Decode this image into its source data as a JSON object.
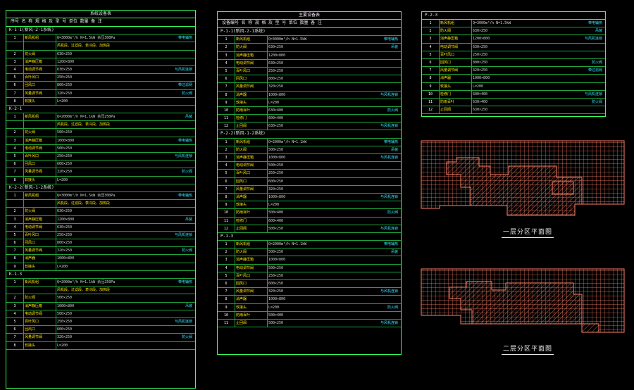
{
  "sheet_left": {
    "caption": "系统设备表",
    "header": "序号   名    称          规 格 及 型 号               单位 数量  备  注",
    "sections": [
      {
        "title": "K-1-1(新风-2-1系统)",
        "rows": [
          {
            "n": "1",
            "nm": "新风机组",
            "sp": "Q=3000m³/h  N=1.5kW  余压300Pa",
            "nt": "带电辅热"
          },
          {
            "n": "",
            "nm": "",
            "sp": "风机段、过滤段、表冷段、加热段",
            "nt": "",
            "y": true
          },
          {
            "n": "2",
            "nm": "防火阀",
            "sp": "630×250",
            "nt": ""
          },
          {
            "n": "3",
            "nm": "消声静压箱",
            "sp": "1200×800",
            "nt": ""
          },
          {
            "n": "4",
            "nm": "电动调节阀",
            "sp": "630×250",
            "nt": "与风机连锁"
          },
          {
            "n": "5",
            "nm": "百叶风口",
            "sp": "250×250",
            "nt": ""
          },
          {
            "n": "6",
            "nm": "回风口",
            "sp": "800×250",
            "nt": "带过滤网"
          },
          {
            "n": "7",
            "nm": "风量调节阀",
            "sp": "320×250",
            "nt": "防火阀"
          },
          {
            "n": "8",
            "nm": "软接头",
            "sp": "L=200",
            "nt": ""
          }
        ]
      },
      {
        "title": "K-2-1",
        "rows": [
          {
            "n": "1",
            "nm": "新风机组",
            "sp": "Q=2000m³/h  N=1.1kW  余压250Pa",
            "nt": "吊装"
          },
          {
            "n": "",
            "nm": "",
            "sp": "风机段、过滤段、表冷段、加热段",
            "nt": "",
            "y": true
          },
          {
            "n": "2",
            "nm": "防火阀",
            "sp": "500×250",
            "nt": ""
          },
          {
            "n": "3",
            "nm": "消声静压箱",
            "sp": "1000×800",
            "nt": "带电辅热"
          },
          {
            "n": "4",
            "nm": "电动调节阀",
            "sp": "500×250",
            "nt": ""
          },
          {
            "n": "5",
            "nm": "百叶风口",
            "sp": "250×250",
            "nt": "与风机连锁"
          },
          {
            "n": "6",
            "nm": "回风口",
            "sp": "600×250",
            "nt": ""
          },
          {
            "n": "7",
            "nm": "风量调节阀",
            "sp": "320×250",
            "nt": "防火阀"
          },
          {
            "n": "8",
            "nm": "软接头",
            "sp": "L=200",
            "nt": ""
          }
        ]
      },
      {
        "title": "K-2-2(新风-1-2系统)",
        "rows": [
          {
            "n": "1",
            "nm": "新风机组",
            "sp": "Q=3000m³/h  N=1.5kW  余压300Pa",
            "nt": "带电辅热"
          },
          {
            "n": "",
            "nm": "",
            "sp": "风机段、过滤段、表冷段、加热段",
            "nt": "",
            "y": true
          },
          {
            "n": "2",
            "nm": "防火阀",
            "sp": "630×250",
            "nt": ""
          },
          {
            "n": "3",
            "nm": "消声静压箱",
            "sp": "1200×800",
            "nt": "吊装"
          },
          {
            "n": "4",
            "nm": "电动调节阀",
            "sp": "630×250",
            "nt": ""
          },
          {
            "n": "5",
            "nm": "百叶风口",
            "sp": "250×250",
            "nt": "与风机连锁"
          },
          {
            "n": "6",
            "nm": "回风口",
            "sp": "800×250",
            "nt": ""
          },
          {
            "n": "7",
            "nm": "风量调节阀",
            "sp": "320×250",
            "nt": "防火阀"
          },
          {
            "n": "8",
            "nm": "消声器",
            "sp": "1000×800",
            "nt": ""
          },
          {
            "n": "9",
            "nm": "软接头",
            "sp": "L=200",
            "nt": ""
          }
        ]
      },
      {
        "title": "K-1-3",
        "rows": [
          {
            "n": "1",
            "nm": "新风机组",
            "sp": "Q=2000m³/h  N=1.1kW  余压250Pa",
            "nt": "带电辅热"
          },
          {
            "n": "",
            "nm": "",
            "sp": "风机段、过滤段、表冷段、加热段",
            "nt": "",
            "y": true
          },
          {
            "n": "2",
            "nm": "防火阀",
            "sp": "500×250",
            "nt": ""
          },
          {
            "n": "3",
            "nm": "消声静压箱",
            "sp": "1000×800",
            "nt": "吊装"
          },
          {
            "n": "4",
            "nm": "电动调节阀",
            "sp": "500×250",
            "nt": ""
          },
          {
            "n": "5",
            "nm": "百叶风口",
            "sp": "250×250",
            "nt": "与风机连锁"
          },
          {
            "n": "6",
            "nm": "回风口",
            "sp": "600×250",
            "nt": ""
          },
          {
            "n": "7",
            "nm": "风量调节阀",
            "sp": "320×250",
            "nt": "防火阀"
          },
          {
            "n": "8",
            "nm": "软接头",
            "sp": "L=200",
            "nt": ""
          }
        ]
      }
    ]
  },
  "sheet_middle": {
    "caption": "主要设备表",
    "header": "设备编号   名    称          规 格 及 型 号               单位 数量  备  注",
    "sections": [
      {
        "title": "P-1-1(新风-2-1系统)",
        "rows": [
          {
            "n": "1",
            "nm": "新风机组",
            "sp": "Q=3000m³/h  N=1.5kW",
            "nt": "带电辅热"
          },
          {
            "n": "2",
            "nm": "防火阀",
            "sp": "630×250",
            "nt": "吊装"
          },
          {
            "n": "3",
            "nm": "消声静压箱",
            "sp": "1200×800",
            "nt": ""
          },
          {
            "n": "4",
            "nm": "电动调节阀",
            "sp": "630×250",
            "nt": ""
          },
          {
            "n": "5",
            "nm": "百叶风口",
            "sp": "250×250",
            "nt": ""
          },
          {
            "n": "6",
            "nm": "回风口",
            "sp": "800×250",
            "nt": ""
          },
          {
            "n": "7",
            "nm": "风量调节阀",
            "sp": "320×250",
            "nt": ""
          },
          {
            "n": "8",
            "nm": "消声器",
            "sp": "1000×800",
            "nt": "与风机连锁"
          },
          {
            "n": "9",
            "nm": "软接头",
            "sp": "L=200",
            "nt": ""
          },
          {
            "n": "10",
            "nm": "防雨百叶",
            "sp": "630×400",
            "nt": "防火阀"
          },
          {
            "n": "11",
            "nm": "检修门",
            "sp": "600×400",
            "nt": ""
          },
          {
            "n": "12",
            "nm": "止回阀",
            "sp": "630×250",
            "nt": "与风机连锁"
          }
        ]
      },
      {
        "title": "P-2-2(新风-1-2系统)",
        "rows": [
          {
            "n": "1",
            "nm": "新风机组",
            "sp": "Q=2000m³/h  N=1.1kW",
            "nt": "带电辅热"
          },
          {
            "n": "2",
            "nm": "防火阀",
            "sp": "500×250",
            "nt": "吊装"
          },
          {
            "n": "3",
            "nm": "消声静压箱",
            "sp": "1000×800",
            "nt": "与风机连锁"
          },
          {
            "n": "4",
            "nm": "电动调节阀",
            "sp": "500×250",
            "nt": ""
          },
          {
            "n": "5",
            "nm": "百叶风口",
            "sp": "250×250",
            "nt": ""
          },
          {
            "n": "6",
            "nm": "回风口",
            "sp": "600×250",
            "nt": ""
          },
          {
            "n": "7",
            "nm": "风量调节阀",
            "sp": "320×250",
            "nt": ""
          },
          {
            "n": "8",
            "nm": "消声器",
            "sp": "1000×800",
            "nt": "与风机连锁"
          },
          {
            "n": "9",
            "nm": "软接头",
            "sp": "L=200",
            "nt": ""
          },
          {
            "n": "10",
            "nm": "防雨百叶",
            "sp": "500×400",
            "nt": "防火阀"
          },
          {
            "n": "11",
            "nm": "检修门",
            "sp": "600×400",
            "nt": ""
          },
          {
            "n": "12",
            "nm": "止回阀",
            "sp": "500×250",
            "nt": "与风机连锁"
          }
        ]
      },
      {
        "title": "P-1-3",
        "rows": [
          {
            "n": "1",
            "nm": "新风机组",
            "sp": "Q=2000m³/h  N=1.1kW",
            "nt": "带电辅热"
          },
          {
            "n": "2",
            "nm": "防火阀",
            "sp": "500×250",
            "nt": "吊装"
          },
          {
            "n": "3",
            "nm": "消声静压箱",
            "sp": "1000×800",
            "nt": ""
          },
          {
            "n": "4",
            "nm": "电动调节阀",
            "sp": "500×250",
            "nt": ""
          },
          {
            "n": "5",
            "nm": "百叶风口",
            "sp": "250×250",
            "nt": ""
          },
          {
            "n": "6",
            "nm": "回风口",
            "sp": "600×250",
            "nt": ""
          },
          {
            "n": "7",
            "nm": "风量调节阀",
            "sp": "320×250",
            "nt": "与风机连锁"
          },
          {
            "n": "8",
            "nm": "消声器",
            "sp": "1000×800",
            "nt": ""
          },
          {
            "n": "9",
            "nm": "软接头",
            "sp": "L=200",
            "nt": "防火阀"
          },
          {
            "n": "10",
            "nm": "防雨百叶",
            "sp": "500×400",
            "nt": ""
          },
          {
            "n": "11",
            "nm": "止回阀",
            "sp": "500×250",
            "nt": "与风机连锁"
          }
        ]
      }
    ]
  },
  "sheet_right": {
    "caption": "P-2-3",
    "rows": [
      {
        "n": "1",
        "nm": "新风机组",
        "sp": "Q=3000m³/h  N=1.5kW",
        "nt": "带电辅热"
      },
      {
        "n": "2",
        "nm": "防火阀",
        "sp": "630×250",
        "nt": "吊装"
      },
      {
        "n": "3",
        "nm": "消声静压箱",
        "sp": "1200×800",
        "nt": "与风机连锁"
      },
      {
        "n": "4",
        "nm": "电动调节阀",
        "sp": "630×250",
        "nt": ""
      },
      {
        "n": "5",
        "nm": "百叶风口",
        "sp": "250×250",
        "nt": ""
      },
      {
        "n": "6",
        "nm": "回风口",
        "sp": "800×250",
        "nt": "防火阀"
      },
      {
        "n": "7",
        "nm": "风量调节阀",
        "sp": "320×250",
        "nt": "带过滤网"
      },
      {
        "n": "8",
        "nm": "消声器",
        "sp": "1000×800",
        "nt": ""
      },
      {
        "n": "9",
        "nm": "软接头",
        "sp": "L=200",
        "nt": ""
      },
      {
        "n": "10",
        "nm": "检修门",
        "sp": "600×400",
        "nt": "与风机连锁"
      },
      {
        "n": "11",
        "nm": "防雨百叶",
        "sp": "630×400",
        "nt": "防火阀"
      },
      {
        "n": "12",
        "nm": "止回阀",
        "sp": "630×250",
        "nt": ""
      }
    ]
  },
  "plans": {
    "first_floor_label": "一层分区平面图",
    "second_floor_label": "二层分区平面图",
    "plan_color": "#ff7f66"
  }
}
